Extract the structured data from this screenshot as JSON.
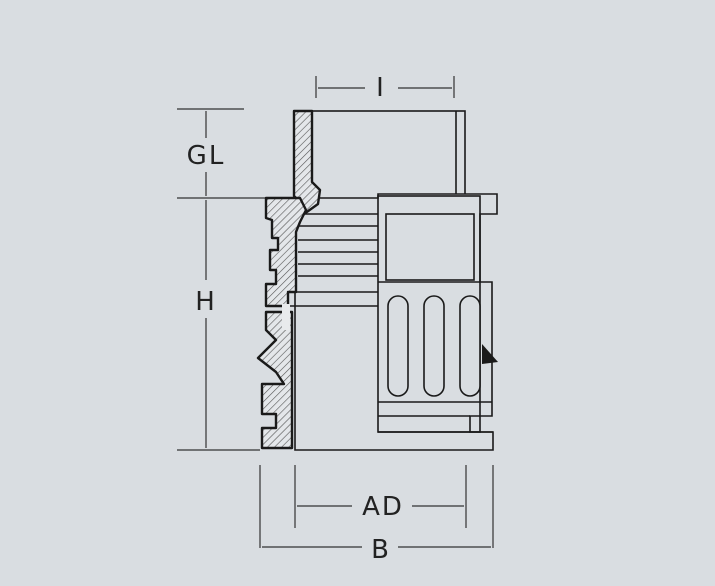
{
  "drawing": {
    "dimension_labels": {
      "I": "I",
      "GL": "GL",
      "H": "H",
      "AD": "AD",
      "B": "B"
    },
    "colors": {
      "background": "#d9dde1",
      "line": "#1a1a1a",
      "body_fill": "#d9dde1",
      "hatch": "#555555"
    }
  }
}
